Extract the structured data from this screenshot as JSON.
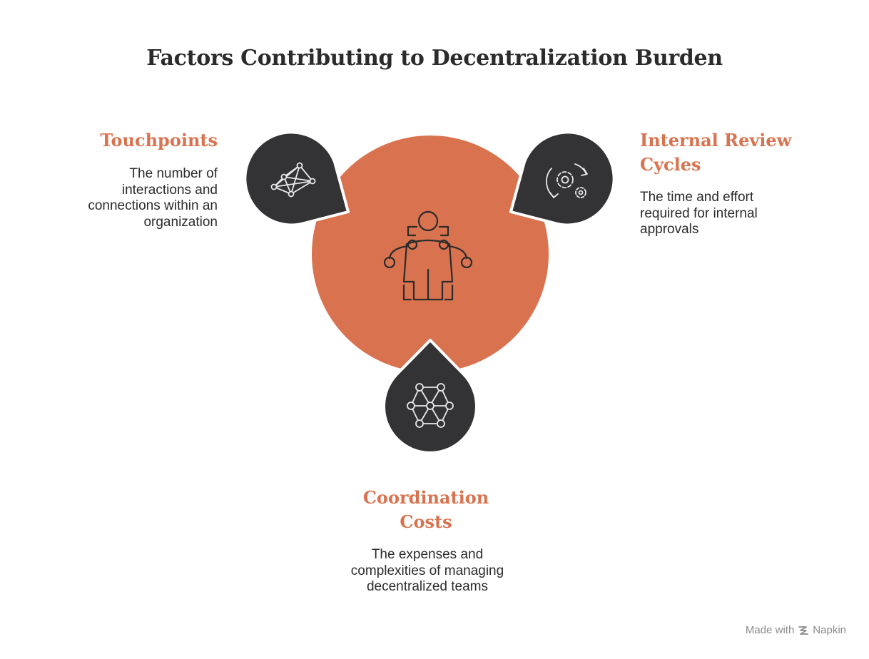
{
  "title": "Factors Contributing to Decentralization Burden",
  "colors": {
    "accent": "#d9734f",
    "dark": "#333335",
    "text": "#2b2b2b",
    "footer": "#8a8a8a"
  },
  "center_icon": "person-connections-icon",
  "factors": [
    {
      "heading": "Touchpoints",
      "description": "The number of interactions and connections within an organization",
      "icon": "network-graph-icon"
    },
    {
      "heading": "Internal Review Cycles",
      "description": "The time and effort required for internal approvals",
      "icon": "gears-cycle-icon"
    },
    {
      "heading": "Coordination Costs",
      "description": "The expenses and complexities of managing decentralized teams",
      "icon": "hexagon-network-icon"
    }
  ],
  "footer": {
    "made_with": "Made with",
    "brand": "Napkin",
    "brand_icon": "napkin-logo-icon"
  }
}
